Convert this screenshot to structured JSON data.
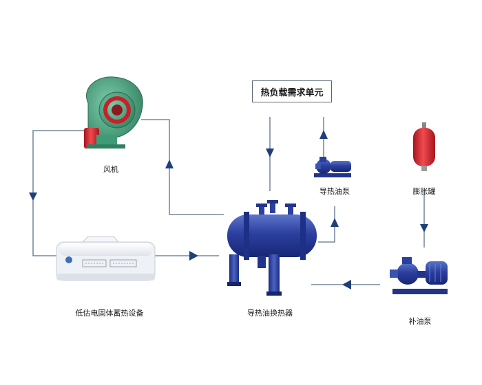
{
  "title_box": "热负载需求单元",
  "labels": {
    "fan": "风机",
    "storage": "低估电固体蓄热设备",
    "exchanger": "导热油换热器",
    "oil_pump": "导热油泵",
    "expansion_tank": "膨胀罐",
    "makeup_pump": "补油泵"
  },
  "colors": {
    "line": "#5b7088",
    "arrow": "#1f3f7a",
    "equipment_blue": "#2a3f9e",
    "fan_green": "#3f9a78",
    "fan_red": "#c8202a",
    "tank_red": "#d8202a"
  }
}
